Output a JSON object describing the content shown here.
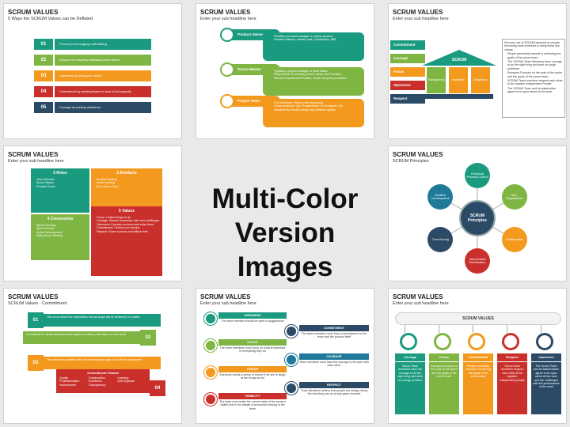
{
  "center_heading": {
    "line1": "Multi-Color",
    "line2": "Version Images"
  },
  "slides": {
    "s1": {
      "title": "SCRUM VALUES",
      "subtitle": "5 Ways the SCRUM Values can be Deflated",
      "rows": [
        {
          "num": "01",
          "text": "Focus by encouraging multi-tasking",
          "color": "#1a9b80"
        },
        {
          "num": "02",
          "text": "Respect by rewarding individual performance",
          "color": "#7fb542"
        },
        {
          "num": "03",
          "text": "Openness by striving for control",
          "color": "#f39a1e"
        },
        {
          "num": "04",
          "text": "Commitment by wanting teams to work at full capacity",
          "color": "#c9302c"
        },
        {
          "num": "05",
          "text": "Courage by seeking obedience",
          "color": "#2b4a66"
        }
      ]
    },
    "s2": {
      "title": "SCRUM VALUES",
      "subtitle": "Enter your sub headline here",
      "roles": [
        {
          "name": "Product Owner",
          "color": "#1a9b80",
          "points": [
            "Possibly a product manager or project sponsor",
            "Decides features, release date, prioritization, $$$"
          ]
        },
        {
          "name": "Scrum Master",
          "color": "#7fb542",
          "points": [
            "Typically a project manager or team leader",
            "Responsible for enacting Scrum values and Practices",
            "Remove impediments/Politics, keeps everyone productive"
          ]
        },
        {
          "name": "Project Team",
          "color": "#f39a1e",
          "points": [
            "5-10 members; Team is self-organizing",
            "Cross-functional: QA, Programmers, UI Designers, etc.",
            "Membership should change only between sprints"
          ]
        }
      ]
    },
    "s3": {
      "title": "SCRUM VALUES",
      "subtitle": "Enter your sub headline here",
      "pillars_title": "SCRUM",
      "pillars": [
        "Transparency",
        "Inspection",
        "Adaptation"
      ],
      "values": [
        {
          "label": "Commitment",
          "color": "#1a9b80"
        },
        {
          "label": "Courage",
          "color": "#7fb542"
        },
        {
          "label": "Focus",
          "color": "#f39a1e"
        },
        {
          "label": "Openness",
          "color": "#c9302c"
        },
        {
          "label": "Respect",
          "color": "#2b4a66"
        }
      ],
      "note_intro": "Success use of SCRUM depends on people becoming more proficient in living these five values:",
      "note_points": [
        "People personally commit to achieving the goals of the scrum team.",
        "The SCRUM Team Members have courage to do the right thing and work on tough problems.",
        "Everyone Focuses on the work of the sprint and the goals of the scrum team.",
        "SCRUM Team members respect each other to be capable, independent People",
        "The SCRUM Team and its stakeholder agree to be open about all the work."
      ]
    },
    "s4": {
      "title": "SCRUM VALUES",
      "subtitle": "Enter your sub headline here",
      "boxes": [
        {
          "heading": "3 Roles",
          "color": "#1a9b80",
          "items": [
            "Team Member",
            "Scrum Master",
            "Product Owner"
          ]
        },
        {
          "heading": "3 Artefacts",
          "color": "#f39a1e",
          "items": [
            "Product Backlog",
            "Sprint Backlog",
            "Burn Down Chart"
          ]
        },
        {
          "heading": "4 Ceremonies",
          "color": "#7fb542",
          "items": [
            "Sprint Planning",
            "Sprint Review",
            "Sprint Retrospective",
            "Daily Scrum Meeting"
          ]
        },
        {
          "heading": "5 Values",
          "color": "#c9302c",
          "items": [
            "Focus: Limited things to do",
            "Courage: Shared ownership; take new challenges",
            "Openness: Express concerns and solve them",
            "Commitment: Control your destiny",
            "Respect: Share success and failure both"
          ]
        }
      ]
    },
    "s6": {
      "title": "SCRUM VALUES",
      "subtitle": "SCRUM Principles",
      "hub": "SCRUM Principles",
      "nodes": [
        {
          "label": "Empirical Process Control",
          "color": "#1a9b80"
        },
        {
          "label": "Self-Organization",
          "color": "#7fb542"
        },
        {
          "label": "Collaboration",
          "color": "#f39a1e"
        },
        {
          "label": "Value-based Prioritization",
          "color": "#c9302c"
        },
        {
          "label": "Time-Boxing",
          "color": "#2b4a66"
        },
        {
          "label": "Iterative Development",
          "color": "#1f7a99"
        }
      ]
    },
    "s7": {
      "title": "SCRUM VALUES",
      "subtitle": "SCRUM Values - Commitment",
      "steps": [
        {
          "num": "01",
          "text": "This is not about the expectation that all scope will be delivered, no matter",
          "color": "#1a9b80"
        },
        {
          "num": "02",
          "text": "Commitment is about dedication and applies to actions, the effort, not the result",
          "color": "#7fb542"
        },
        {
          "num": "03",
          "text": "The maximum possible effort for achieving the goal. Low will be transparent",
          "color": "#f39a1e"
        },
        {
          "num": "04",
          "text": "Commitment Toward",
          "color": "#c9302c"
        }
      ],
      "toward": [
        "Quality",
        "Collaboration",
        "Learning",
        "Professionalism",
        "Excellence",
        "Self-Organize",
        "Improvement",
        "Transparency"
      ]
    },
    "s8": {
      "title": "SCRUM VALUES",
      "subtitle": "Enter your sub headline here",
      "left": [
        {
          "label": "OPENNESS",
          "text": "The team member should be open to suggestions",
          "color": "#1a9b80"
        },
        {
          "label": "FOCUS",
          "text": "The team members must focus on what is important in everything they do",
          "color": "#7fb542"
        },
        {
          "label": "HUMOR",
          "text": "Everyone needs a sense of humor if we are to laugh at the things we do",
          "color": "#f39a1e"
        },
        {
          "label": "VISIBILITY",
          "text": "The team must make the current state of the product visible that is the details of production belong to the team",
          "color": "#c9302c"
        }
      ],
      "right": [
        {
          "label": "COMMITMENT",
          "text": "The team members must have a commitment to the team and the product itself",
          "color": "#2b4a66"
        },
        {
          "label": "COURAGE",
          "text": "Team members must have the courage to be open with each other",
          "color": "#1f7a99"
        },
        {
          "label": "RESPECT",
          "text": "Team Members believe that people are always doing the best they can do at any given moment",
          "color": "#2b4a66"
        }
      ]
    },
    "s9": {
      "title": "SCRUM VALUES",
      "subtitle": "Enter your sub headline here",
      "banner": "SCRUM VALUES",
      "columns": [
        {
          "name": "Courage",
          "text": "Scrum Team members have the courage to do the right thing and work on a tough problem",
          "color": "#1a9b80"
        },
        {
          "name": "Focus",
          "text": "Everyone focuses on the work of the sprint and the goals of the scrum team",
          "color": "#7fb542"
        },
        {
          "name": "Commitment",
          "text": "People personally commit to achieving the goals of the scrum team",
          "color": "#f39a1e"
        },
        {
          "name": "Respect",
          "text": "Scrum team members respect each other to be capable, independent people",
          "color": "#c9302c"
        },
        {
          "name": "Openness",
          "text": "The Scrum Team and its stakeholders agree to be open about all the work and the challenges with the performance of the work",
          "color": "#2b4a66"
        }
      ]
    }
  }
}
